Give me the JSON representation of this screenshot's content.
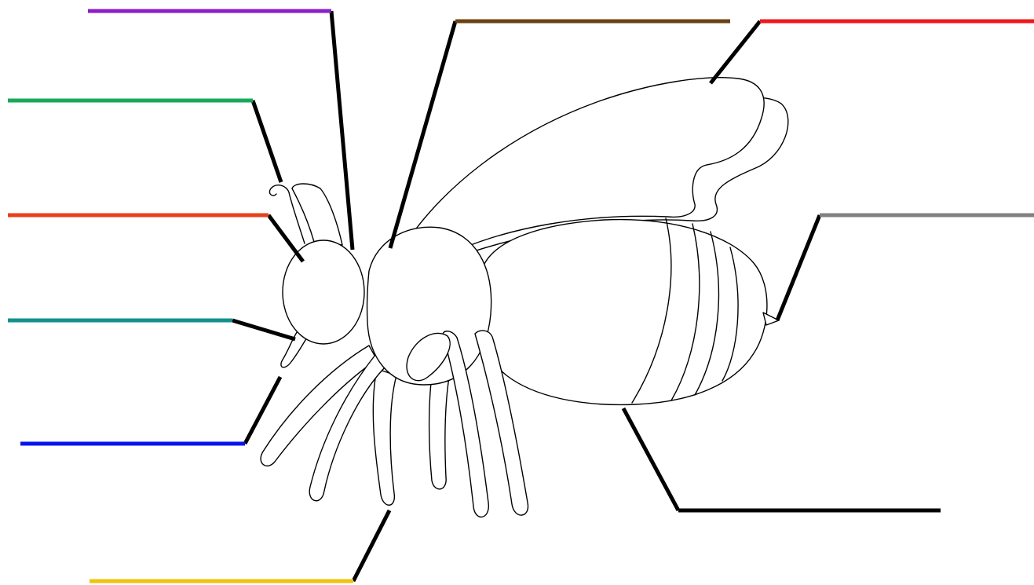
{
  "diagram": {
    "title": "",
    "subject": "bee",
    "blank_labels": [
      {
        "id": "antenna-top",
        "color": "#8b1fc9",
        "text": ""
      },
      {
        "id": "thorax",
        "color": "#6b4312",
        "text": ""
      },
      {
        "id": "wing",
        "color": "#f01818",
        "text": ""
      },
      {
        "id": "antenna",
        "color": "#18a85a",
        "text": ""
      },
      {
        "id": "eye",
        "color": "#e8401a",
        "text": ""
      },
      {
        "id": "mouth",
        "color": "#13908e",
        "text": ""
      },
      {
        "id": "front-leg",
        "color": "#0a14ee",
        "text": ""
      },
      {
        "id": "leg",
        "color": "#f2c20c",
        "text": ""
      },
      {
        "id": "stinger",
        "color": "#808080",
        "text": ""
      },
      {
        "id": "abdomen",
        "color": "#000000",
        "text": ""
      }
    ],
    "leader_color": "#000000"
  }
}
